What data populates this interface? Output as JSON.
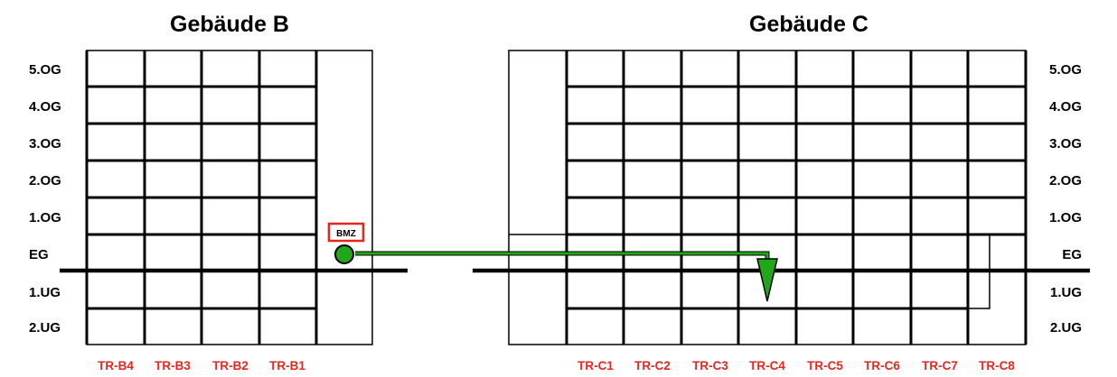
{
  "buildings": [
    {
      "title": "Gebäude B",
      "risers": [
        "TR-B4",
        "TR-B3",
        "TR-B2",
        "TR-B1"
      ]
    },
    {
      "title": "Gebäude C",
      "risers": [
        "TR-C1",
        "TR-C2",
        "TR-C3",
        "TR-C4",
        "TR-C5",
        "TR-C6",
        "TR-C7",
        "TR-C8"
      ]
    }
  ],
  "floors": [
    "5.OG",
    "4.OG",
    "3.OG",
    "2.OG",
    "1.OG",
    "EG",
    "1.UG",
    "2.UG"
  ],
  "bmz_label": "BMZ",
  "colors": {
    "riser_label": "#e8241c",
    "cable": "#22a61a",
    "bmz_border": "#e8241c",
    "structure": "#000000"
  }
}
